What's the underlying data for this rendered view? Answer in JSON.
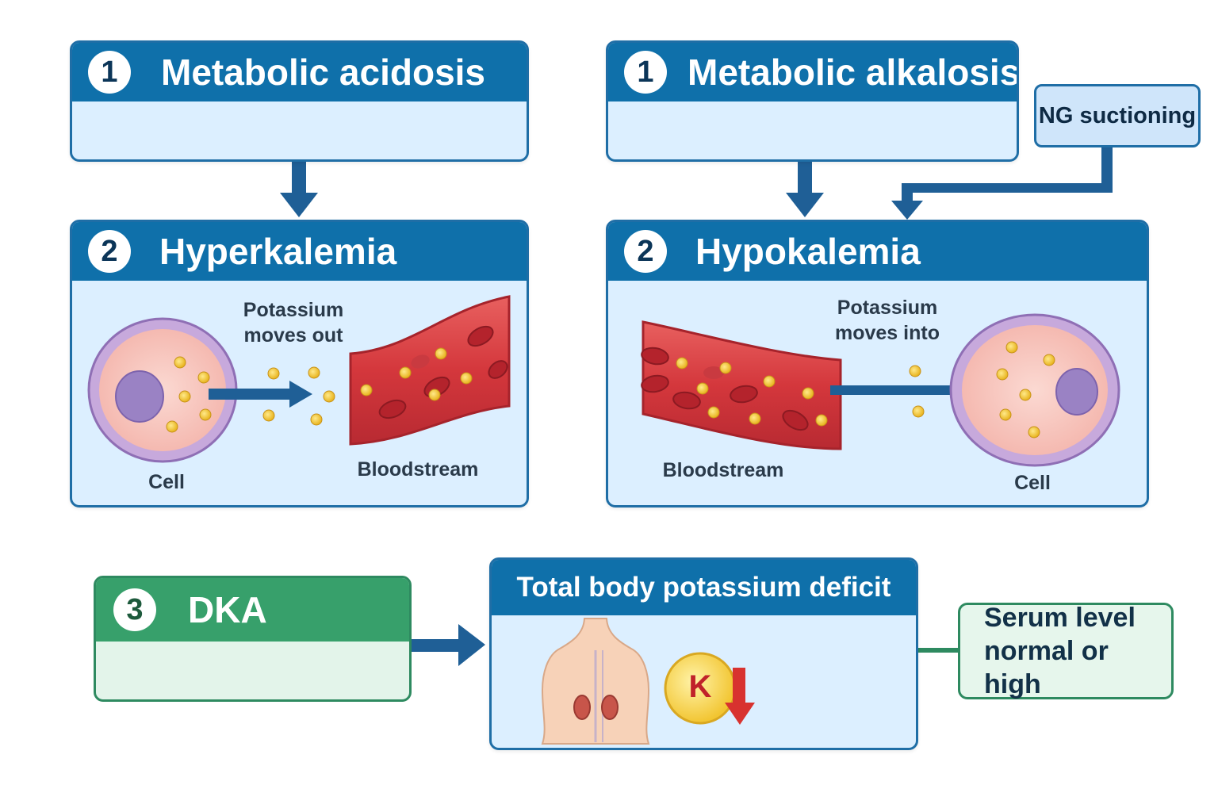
{
  "acidosis": {
    "number": "1",
    "title": "Metabolic acidosis"
  },
  "alkalosis": {
    "number": "1",
    "title": "Metabolic alkalosis"
  },
  "ng": {
    "label": "NG suctioning"
  },
  "hyperkalemia": {
    "number": "2",
    "title": "Hyperkalemia",
    "movement_line1": "Potassium",
    "movement_line2": "moves out",
    "cell_label": "Cell",
    "blood_label": "Bloodstream"
  },
  "hypokalemia": {
    "number": "2",
    "title": "Hypokalemia",
    "movement_line1": "Potassium",
    "movement_line2": "moves into",
    "cell_label": "Cell",
    "blood_label": "Bloodstream"
  },
  "dka": {
    "number": "3",
    "title": "DKA"
  },
  "deficit": {
    "title": "Total body potassium deficit",
    "k_symbol": "K"
  },
  "serum": {
    "line1": "Serum level",
    "line2": "normal or high"
  },
  "colors": {
    "primary": "#0f70aa",
    "panel": "#dcefff",
    "green": "#37a06b",
    "blood": "#c8323a",
    "potassium": "#f4c430"
  }
}
